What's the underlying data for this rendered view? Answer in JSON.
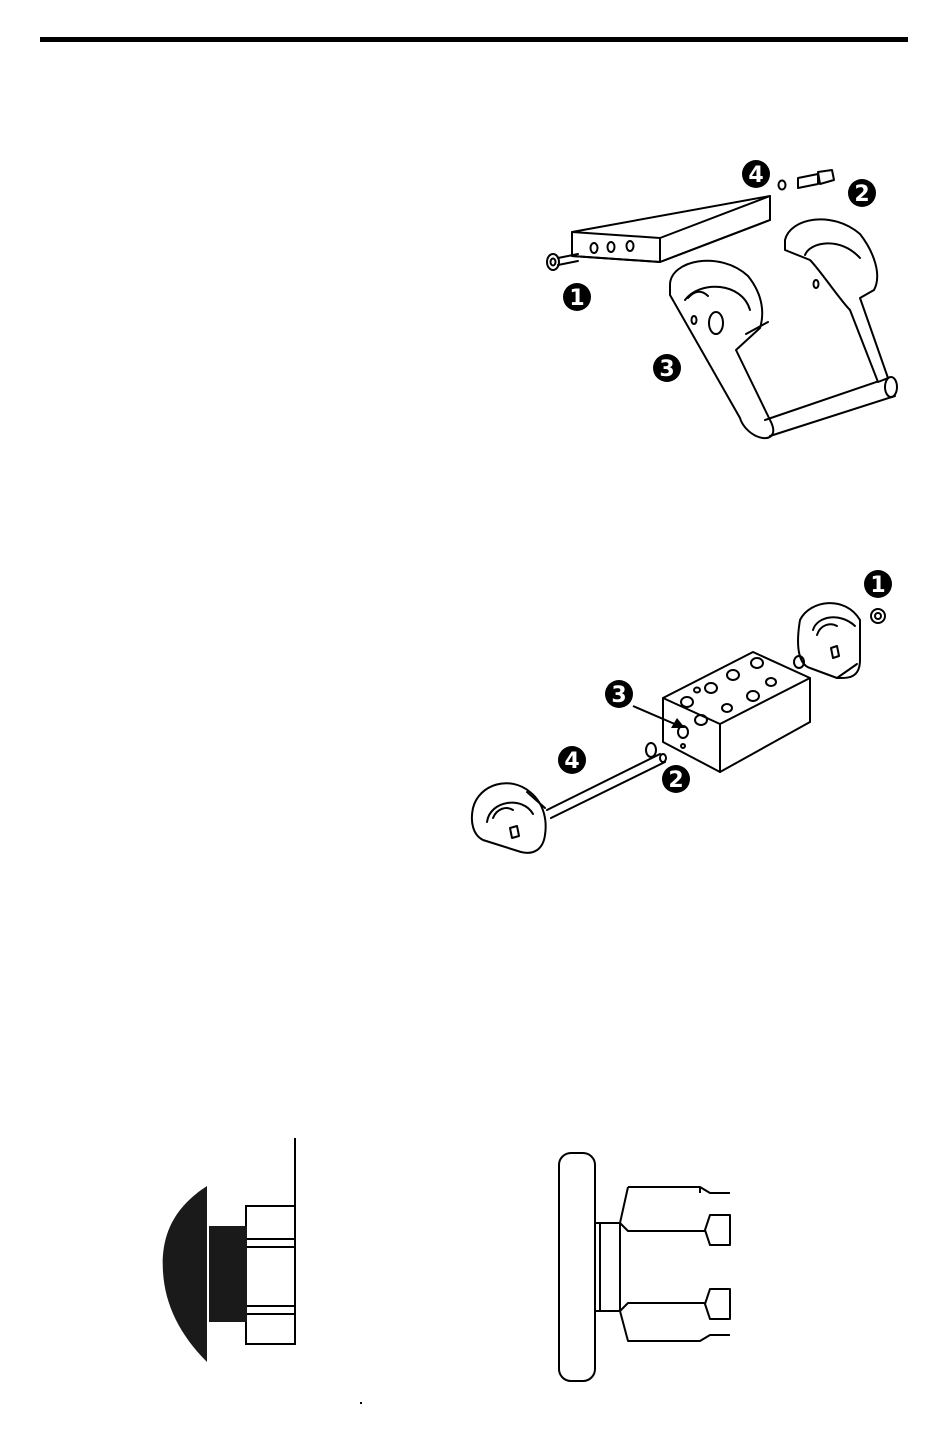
{
  "page": {
    "colors": {
      "ink": "#000000",
      "paper": "#ffffff"
    }
  },
  "figure1": {
    "callouts": [
      {
        "id": "c1",
        "label": "1"
      },
      {
        "id": "c2",
        "label": "2"
      },
      {
        "id": "c3",
        "label": "3"
      },
      {
        "id": "c4",
        "label": "4"
      }
    ]
  },
  "figure2": {
    "callouts": [
      {
        "id": "c1",
        "label": "1"
      },
      {
        "id": "c2",
        "label": "2"
      },
      {
        "id": "c3",
        "label": "3"
      },
      {
        "id": "c4",
        "label": "4"
      }
    ]
  }
}
